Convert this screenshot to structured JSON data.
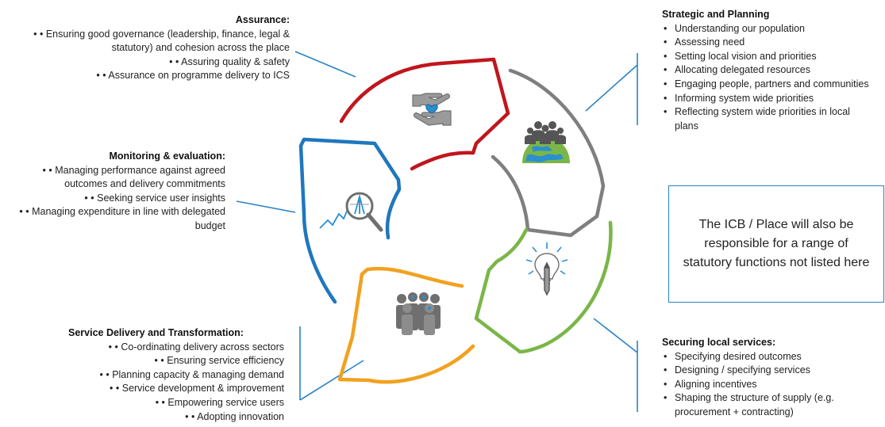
{
  "assurance": {
    "heading": "Assurance:",
    "items": [
      "Ensuring good governance (leadership, finance, legal & statutory) and cohesion across the place",
      "Assuring quality & safety",
      "Assurance on programme delivery to ICS"
    ]
  },
  "strategic": {
    "heading": "Strategic and Planning",
    "items": [
      "Understanding our population",
      "Assessing need",
      "Setting local vision and priorities",
      "Allocating delegated resources",
      "Engaging people, partners and communities",
      "Informing system wide priorities",
      "Reflecting system wide priorities in local plans"
    ]
  },
  "monitoring": {
    "heading": "Monitoring & evaluation:",
    "items": [
      "Managing performance against agreed outcomes and delivery commitments",
      "Seeking service user insights",
      "Managing expenditure in line with delegated budget"
    ]
  },
  "service_delivery": {
    "heading": "Service Delivery and Transformation:",
    "items": [
      "Co-ordinating delivery across sectors",
      "Ensuring service efficiency",
      "Planning capacity & managing demand",
      "Service development & improvement",
      "Empowering service users",
      "Adopting innovation"
    ]
  },
  "securing": {
    "heading": "Securing local services:",
    "items": [
      "Specifying desired outcomes",
      "Designing / specifying services",
      "Aligning incentives",
      "Shaping the structure of supply (e.g. procurement + contracting)"
    ]
  },
  "note": "The ICB / Place will also be responsible for a range of statutory functions not listed here",
  "colors": {
    "assurance": "#c0161d",
    "strategic": "#7f7f7f",
    "securing": "#7ab648",
    "service_delivery": "#f2a11f",
    "monitoring": "#1f77bd",
    "connector": "#2a83c6"
  },
  "icons": {
    "assurance": "hands-heart-icon",
    "strategic": "people-globe-icon",
    "securing": "lightbulb-pencil-icon",
    "service_delivery": "team-group-icon",
    "monitoring": "magnifier-chart-icon"
  }
}
